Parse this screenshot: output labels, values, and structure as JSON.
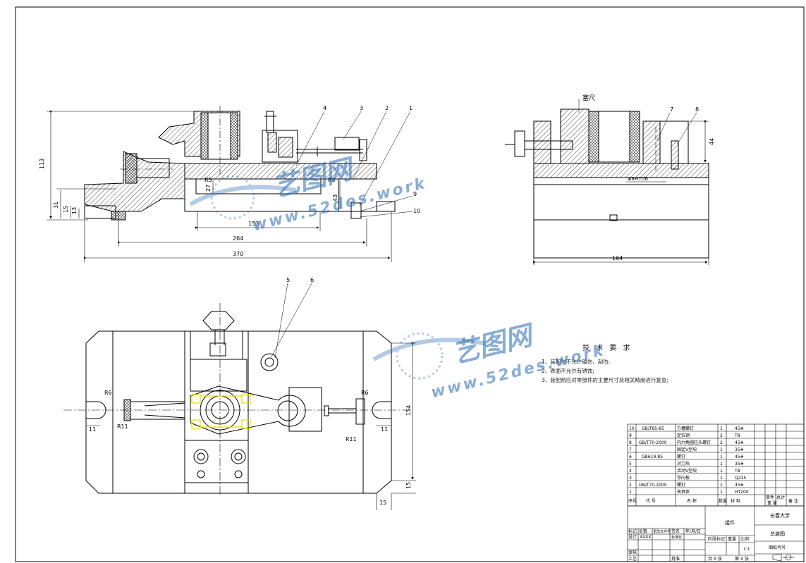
{
  "views": {
    "front": {
      "dims": {
        "d113": "113",
        "d31": "31",
        "d15": "15",
        "d13": "13",
        "d27": "27",
        "d43": "43",
        "d153": "153",
        "d264": "264",
        "d370": "370",
        "r5a": "R5",
        "r5b": "R5"
      },
      "balloons": [
        "4",
        "3",
        "2",
        "1",
        "9",
        "10"
      ]
    },
    "side": {
      "label_top": "塞尺",
      "dims": {
        "d44": "44",
        "fit": "Φ8H7/f6",
        "d164": "164"
      },
      "balloons": [
        "7",
        "8"
      ]
    },
    "top": {
      "dims": {
        "r6l": "R6",
        "r11l": "R11",
        "d11l": "11",
        "r6r": "R6",
        "r11r": "R11",
        "d11r": "11",
        "d154": "154",
        "d15a": "15",
        "d15b": "15"
      },
      "balloons": [
        "5",
        "6"
      ]
    }
  },
  "tech_req": {
    "title": "技 术 要 求",
    "items": [
      "1、装配时不允许磕伤、刮伤;",
      "2、表面不允许有锈蚀;",
      "3、装配前应对零部件的主要尺寸及相关精度进行复查;"
    ]
  },
  "bom": {
    "rows": [
      {
        "no": "10",
        "code": "GB/T85-85",
        "name": "方槽螺钉",
        "qty": "1",
        "mat": "45#"
      },
      {
        "no": "9",
        "code": "",
        "name": "定位销",
        "qty": "2",
        "mat": "T8"
      },
      {
        "no": "8",
        "code": "GB/T70-2000",
        "name": "内六角圆柱头螺钉",
        "qty": "2",
        "mat": "45#"
      },
      {
        "no": "7",
        "code": "",
        "name": "固定V型块",
        "qty": "1",
        "mat": "35#"
      },
      {
        "no": "6",
        "code": "GB619-85",
        "name": "螺钉",
        "qty": "1",
        "mat": "45#"
      },
      {
        "no": "5",
        "code": "",
        "name": "对刀块",
        "qty": "1",
        "mat": "35#"
      },
      {
        "no": "4",
        "code": "",
        "name": "活动V型块",
        "qty": "1",
        "mat": "T8"
      },
      {
        "no": "3",
        "code": "",
        "name": "导向板",
        "qty": "1",
        "mat": "Q235"
      },
      {
        "no": "2",
        "code": "GB/T70-2000",
        "name": "螺钉",
        "qty": "1",
        "mat": "45#"
      },
      {
        "no": "1",
        "code": "",
        "name": "夹具体",
        "qty": "1",
        "mat": "HT200"
      }
    ],
    "header": {
      "no": "序号",
      "code": "代  号",
      "name": "名  称",
      "qty": "数量",
      "mat": "材  料",
      "unit_w": "单件",
      "total_w": "总计",
      "weight": "重 量",
      "note": "备 注"
    }
  },
  "title_block": {
    "org": "长春大学",
    "drawing_name": "总装图",
    "drawing_code": "图纸代号",
    "assembly": "组件",
    "stage": "阶段标记",
    "weight": "重量",
    "scale_label": "比例",
    "scale": "1:1",
    "sheets": "共  X  张",
    "sheet_no": "第  X  张",
    "marks": "标记",
    "count": "处数",
    "doc": "更改文件号",
    "sign": "签名",
    "date": "年/月/日",
    "design": "设计",
    "design_val": "XXXX",
    "std": "标准化",
    "check": "审核",
    "process": "工艺",
    "approve": "批准"
  },
  "watermark": {
    "brand": "艺图网",
    "url": "www.52des.work"
  },
  "colors": {
    "line": "#000000",
    "highlight": "#e6dd00",
    "watermark": "#2a6bb5"
  }
}
